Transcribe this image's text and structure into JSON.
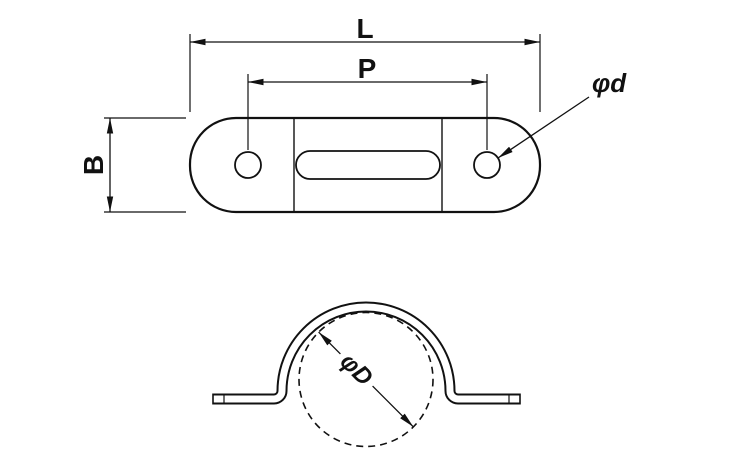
{
  "drawing": {
    "labels": {
      "overall_length": "L",
      "hole_pitch": "P",
      "band_width": "B",
      "hole_diameter": "φd",
      "pipe_diameter": "φD"
    },
    "colors": {
      "line": "#111111",
      "background": "#ffffff"
    }
  }
}
